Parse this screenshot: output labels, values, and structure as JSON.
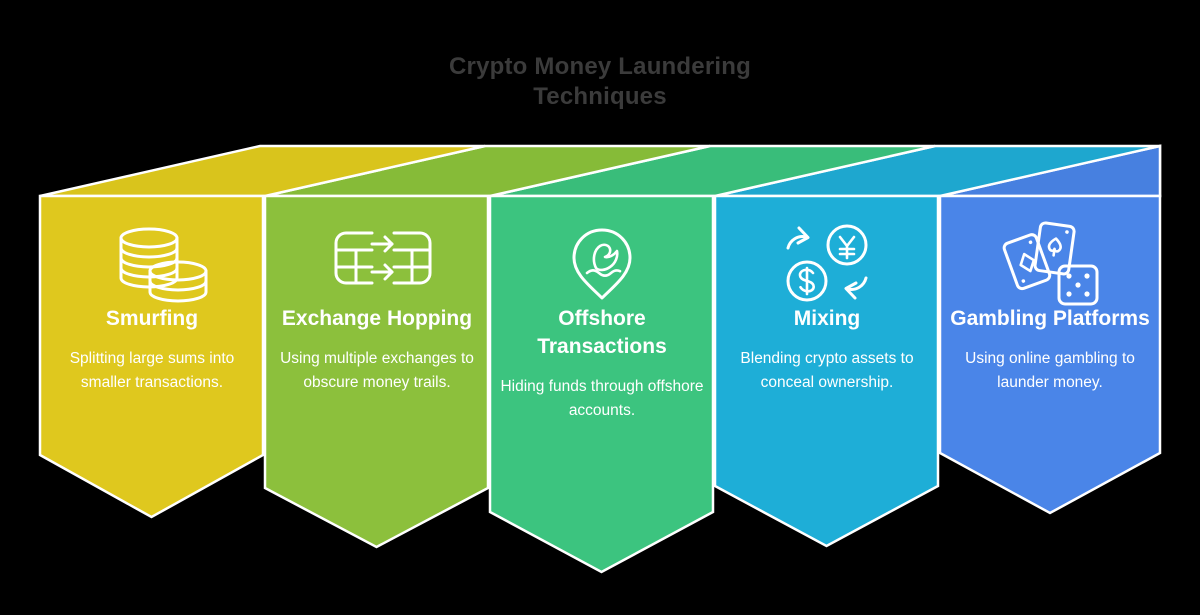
{
  "title": {
    "line1": "Crypto Money Laundering",
    "line2": "Techniques",
    "color": "#3b3b3b"
  },
  "background_color": "#000000",
  "cards": [
    {
      "id": "smurfing",
      "title": "Smurfing",
      "description": "Splitting large sums into smaller transactions.",
      "color": "#dfc81e",
      "roof_color": "#d9c41c",
      "icon": "coin-stack-icon"
    },
    {
      "id": "exchange-hopping",
      "title": "Exchange Hopping",
      "description": "Using multiple exchanges to obscure money trails.",
      "color": "#8cc03c",
      "roof_color": "#86bb38",
      "icon": "exchange-transfer-icon"
    },
    {
      "id": "offshore-transactions",
      "title": "Offshore Transactions",
      "description": "Hiding funds through offshore accounts.",
      "color": "#3cc47f",
      "roof_color": "#39bd7a",
      "icon": "map-pin-whale-icon"
    },
    {
      "id": "mixing",
      "title": "Mixing",
      "description": "Blending crypto assets to conceal ownership.",
      "color": "#1eaed7",
      "roof_color": "#1ea7cf",
      "icon": "currency-exchange-icon"
    },
    {
      "id": "gambling-platforms",
      "title": "Gambling Platforms",
      "description": "Using online gambling to launder money.",
      "color": "#4a85e8",
      "roof_color": "#4780e0",
      "icon": "cards-dice-icon"
    }
  ]
}
